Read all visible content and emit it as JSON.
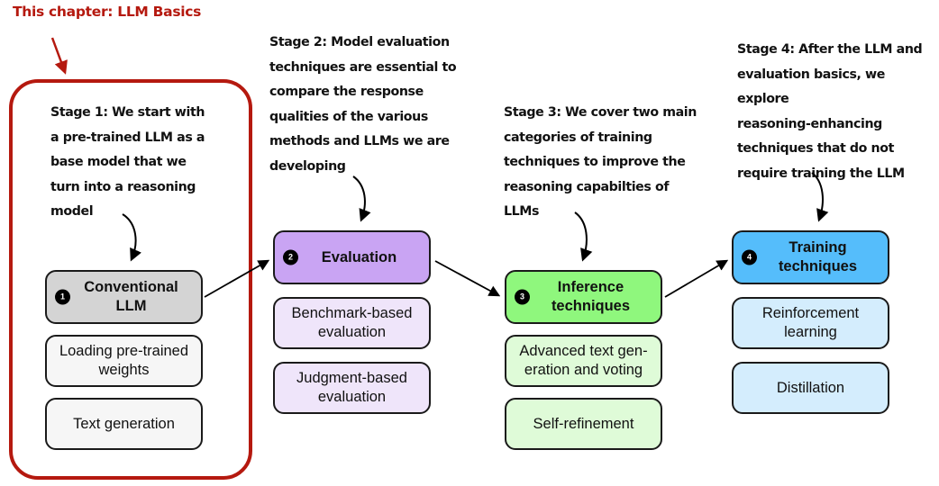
{
  "chapter_label": "This chapter: LLM Basics",
  "colors": {
    "chapter_red": "#B5190F",
    "stage1_head": "#D4D4D4",
    "stage1_sub": "#F6F6F6",
    "stage2_head": "#C9A4F3",
    "stage2_sub": "#EFE5FA",
    "stage3_head": "#8FF77D",
    "stage3_sub": "#DFFBD8",
    "stage4_head": "#55BDFB",
    "stage4_sub": "#D4EDFD"
  },
  "stages": [
    {
      "number": "1",
      "note_lines": [
        "Stage 1: We start with",
        "a pre-trained LLM as a",
        "base model that we",
        "turn into a reasoning",
        "model"
      ],
      "head_lines": [
        "Conventional",
        "LLM"
      ],
      "items": [
        {
          "lines": [
            "Loading pre-trained",
            "weights"
          ]
        },
        {
          "lines": [
            "Text generation"
          ]
        }
      ]
    },
    {
      "number": "2",
      "note_lines": [
        "Stage 2: Model evaluation",
        "techniques are essential to",
        "compare the response",
        "qualities of the various",
        "methods and LLMs we are",
        "developing"
      ],
      "head_lines": [
        "Evaluation"
      ],
      "items": [
        {
          "lines": [
            "Benchmark-based",
            "evaluation"
          ]
        },
        {
          "lines": [
            "Judgment-based",
            "evaluation"
          ]
        }
      ]
    },
    {
      "number": "3",
      "note_lines": [
        "Stage 3: We cover two main",
        "categories of training",
        "techniques to improve the",
        "reasoning capabilties of",
        "LLMs"
      ],
      "head_lines": [
        "Inference",
        "techniques"
      ],
      "items": [
        {
          "lines": [
            "Advanced text gen-",
            "eration and voting"
          ]
        },
        {
          "lines": [
            "Self-refinement"
          ]
        }
      ]
    },
    {
      "number": "4",
      "note_lines": [
        "Stage 4: After the LLM and",
        "evaluation basics, we explore",
        "reasoning-enhancing",
        "techniques that do not",
        "require training the LLM"
      ],
      "head_lines": [
        "Training",
        "techniques"
      ],
      "items": [
        {
          "lines": [
            "Reinforcement",
            "learning"
          ]
        },
        {
          "lines": [
            "Distillation"
          ]
        }
      ]
    }
  ]
}
